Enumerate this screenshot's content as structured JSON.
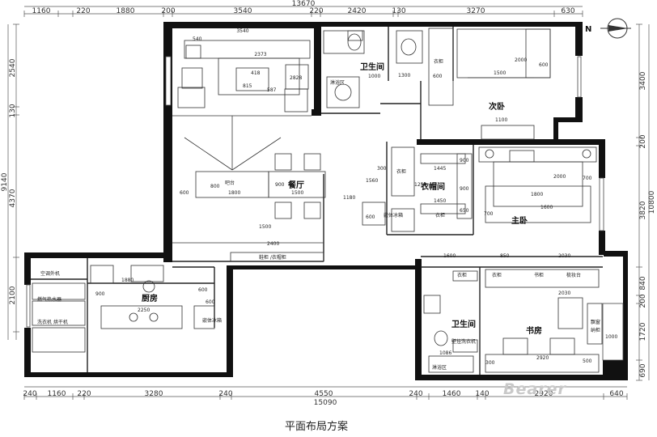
{
  "caption": "平面布局方案",
  "watermark": "Bearer",
  "north_label": "N",
  "top_dims": {
    "total": "13670",
    "segments": [
      "1160",
      "220",
      "1880",
      "200",
      "3540",
      "220",
      "2420",
      "130",
      "3270",
      "630"
    ]
  },
  "bottom_dims": {
    "total": "15090",
    "segments": [
      "240",
      "1160",
      "220",
      "3280",
      "240",
      "4550",
      "240",
      "1460",
      "140",
      "2920",
      "640"
    ]
  },
  "left_dims": {
    "total": "9140",
    "segments": [
      "2540",
      "130",
      "4370",
      "2100"
    ]
  },
  "right_dims": {
    "total": "10800",
    "segments": [
      "3400",
      "200",
      "3820",
      "840",
      "200",
      "1720",
      "690"
    ]
  },
  "rooms": {
    "bath_north": "卫生间",
    "bedroom2": "次卧",
    "dining": "餐厅",
    "closet": "衣帽间",
    "master": "主卧",
    "kitchen": "厨房",
    "bath_south": "卫生间",
    "study": "书房"
  },
  "labels": {
    "aircon": "空调外机",
    "gas_heater": "燃气热水器",
    "washer_dryer": "洗衣机 烘干机",
    "bar": "吧台",
    "shoe_cab": "鞋柜 /衣帽柜",
    "fridge": "嵌体冰箱",
    "fridge2": "嵌体冰箱",
    "wardrobe1": "衣柜",
    "wardrobe2": "衣柜",
    "wardrobe3": "衣柜",
    "wardrobe4": "衣柜",
    "wardrobe5": "衣柜",
    "bookcase": "书柜",
    "dresser": "梳妆台",
    "bay": "飘窗",
    "wall_washer": "壁挂洗衣机",
    "shower": "淋浴区",
    "shower2": "淋浴区",
    "nasi": "纳柜"
  },
  "inner_dims": {
    "sofa_w": "2373",
    "sofa_d": "418",
    "table_a": "815",
    "table_b": "587",
    "tv": "540",
    "tv_w": "3540",
    "sofa_side": "2828",
    "bath_a": "1300",
    "bath_b": "1000",
    "bed2_w": "1500",
    "bed2_l": "2000",
    "bed2_a": "600",
    "bed2_b": "600",
    "bed2_c": "1100",
    "bar_w": "1800",
    "bar_d": "600",
    "bar_l": "800",
    "dining_w": "1500",
    "dining_d": "900",
    "corridor_w": "1180",
    "corridor_l": "1500",
    "closet_a": "1445",
    "closet_b": "1450",
    "closet_c": "300",
    "closet_d": "1250",
    "closet_e": "900",
    "closet_f": "900",
    "closet_g": "650",
    "closet_h": "600",
    "closet_i": "1560",
    "master_bed_w": "1800",
    "master_bed_l": "2000",
    "master_a": "700",
    "master_b": "700",
    "master_c": "1600",
    "shoe_w": "2400",
    "kitchen_a": "1880",
    "kitchen_b": "2250",
    "kitchen_c": "900",
    "kitchen_d": "600",
    "kitchen_e": "600",
    "bath_s_a": "1600",
    "bath_s_b": "850",
    "bath_s_c": "1086",
    "study_a": "2030",
    "study_b": "2030",
    "study_c": "2920",
    "study_d": "1000",
    "study_e": "300",
    "closet_f2": "500"
  }
}
